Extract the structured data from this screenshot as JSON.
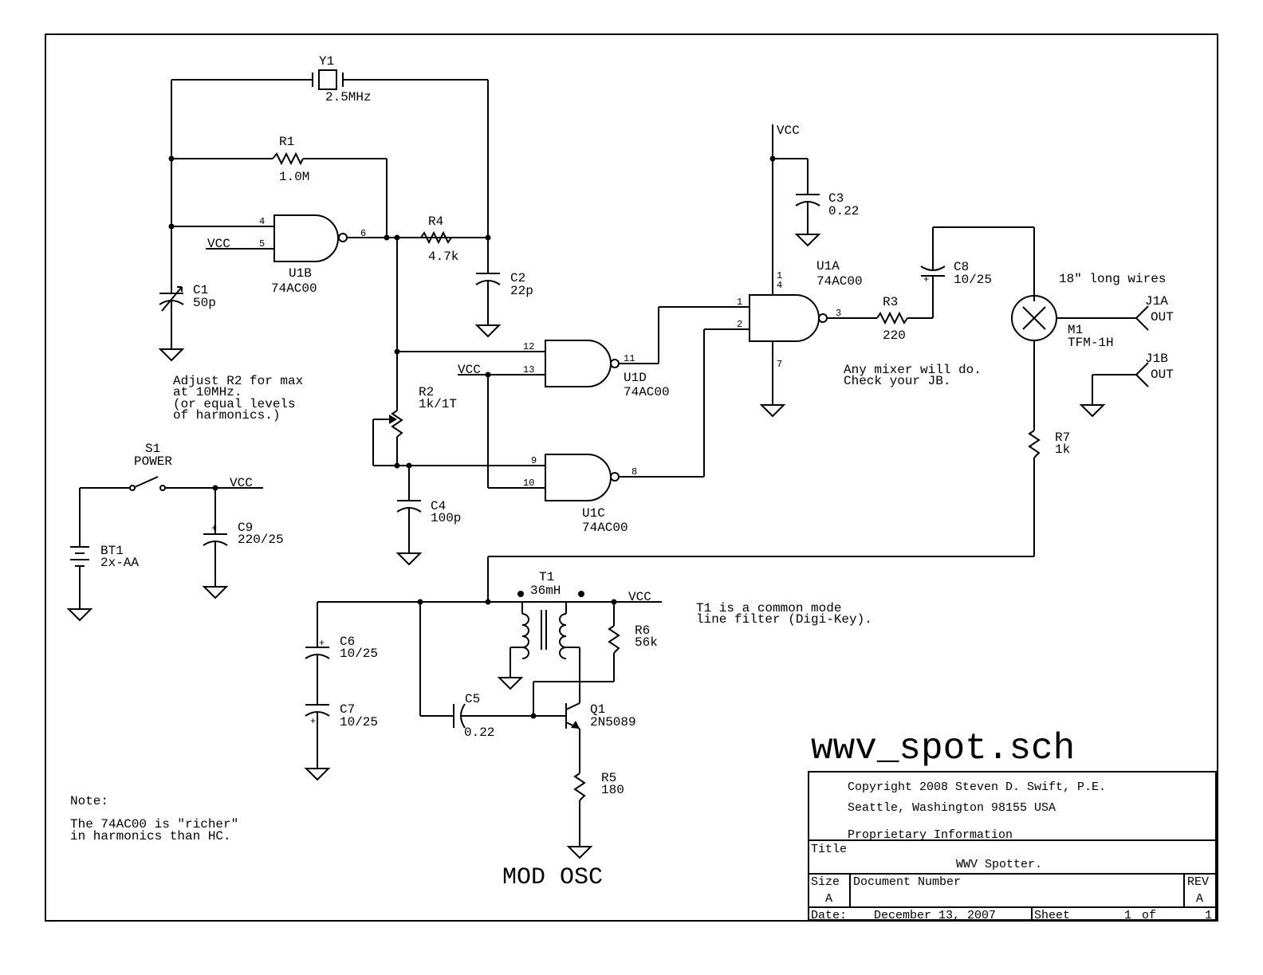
{
  "components": {
    "Y1": {
      "ref": "Y1",
      "value": "2.5MHz"
    },
    "R1": {
      "ref": "R1",
      "value": "1.0M"
    },
    "R2": {
      "ref": "R2",
      "value": "1k/1T"
    },
    "R3": {
      "ref": "R3",
      "value": "220"
    },
    "R4": {
      "ref": "R4",
      "value": "4.7k"
    },
    "R5": {
      "ref": "R5",
      "value": "180"
    },
    "R6": {
      "ref": "R6",
      "value": "56k"
    },
    "R7": {
      "ref": "R7",
      "value": "1k"
    },
    "C1": {
      "ref": "C1",
      "value": "50p"
    },
    "C2": {
      "ref": "C2",
      "value": "22p"
    },
    "C3": {
      "ref": "C3",
      "value": "0.22"
    },
    "C4": {
      "ref": "C4",
      "value": "100p"
    },
    "C5": {
      "ref": "C5",
      "value": "0.22"
    },
    "C6": {
      "ref": "C6",
      "value": "10/25"
    },
    "C7": {
      "ref": "C7",
      "value": "10/25"
    },
    "C8": {
      "ref": "C8",
      "value": "10/25"
    },
    "C9": {
      "ref": "C9",
      "value": "220/25"
    },
    "U1A": {
      "ref": "U1A",
      "value": "74AC00"
    },
    "U1B": {
      "ref": "U1B",
      "value": "74AC00"
    },
    "U1C": {
      "ref": "U1C",
      "value": "74AC00"
    },
    "U1D": {
      "ref": "U1D",
      "value": "74AC00"
    },
    "S1": {
      "ref": "S1",
      "value": "POWER"
    },
    "BT1": {
      "ref": "BT1",
      "value": "2x-AA"
    },
    "T1": {
      "ref": "T1",
      "value": "36mH"
    },
    "Q1": {
      "ref": "Q1",
      "value": "2N5089"
    },
    "M1": {
      "ref": "M1",
      "value": "TFM-1H"
    },
    "J1A": {
      "ref": "J1A",
      "value": "OUT"
    },
    "J1B": {
      "ref": "J1B",
      "value": "OUT"
    }
  },
  "pins": {
    "p1": "1",
    "p2": "2",
    "p3": "3",
    "p4": "4",
    "p5": "5",
    "p6": "6",
    "p7": "7",
    "p8": "8",
    "p9": "9",
    "p10": "10",
    "p11": "11",
    "p12": "12",
    "p13": "13",
    "p14a": "1",
    "p14b": "4"
  },
  "net_label": "VCC",
  "notes": {
    "adjust": [
      "Adjust R2 for max",
      "at 10MHz.",
      "(or equal levels",
      "of harmonics.)"
    ],
    "mixer": [
      "Any mixer will do.",
      "Check your JB."
    ],
    "wires": "18\" long wires",
    "t1": [
      "T1 is a common mode",
      "line filter (Digi-Key)."
    ],
    "note_title": "Note:",
    "note_body": [
      "The 74AC00 is \"richer\"",
      "in harmonics than HC."
    ],
    "mod_osc": "MOD OSC"
  },
  "title_block": {
    "filename": "wwv_spot.sch",
    "copyright": "Copyright 2008 Steven D. Swift, P.E.",
    "address": "Seattle, Washington 98155  USA",
    "proprietary": "Proprietary Information",
    "title_label": "Title",
    "title": "WWV Spotter.",
    "size_label": "Size",
    "size": "A",
    "docnum_label": "Document Number",
    "rev_label": "REV",
    "rev": "A",
    "date_label": "Date:",
    "date": "December 13, 2007",
    "sheet_label": "Sheet",
    "sheet_num": "1",
    "sheet_of": "of",
    "sheet_total": "1"
  }
}
